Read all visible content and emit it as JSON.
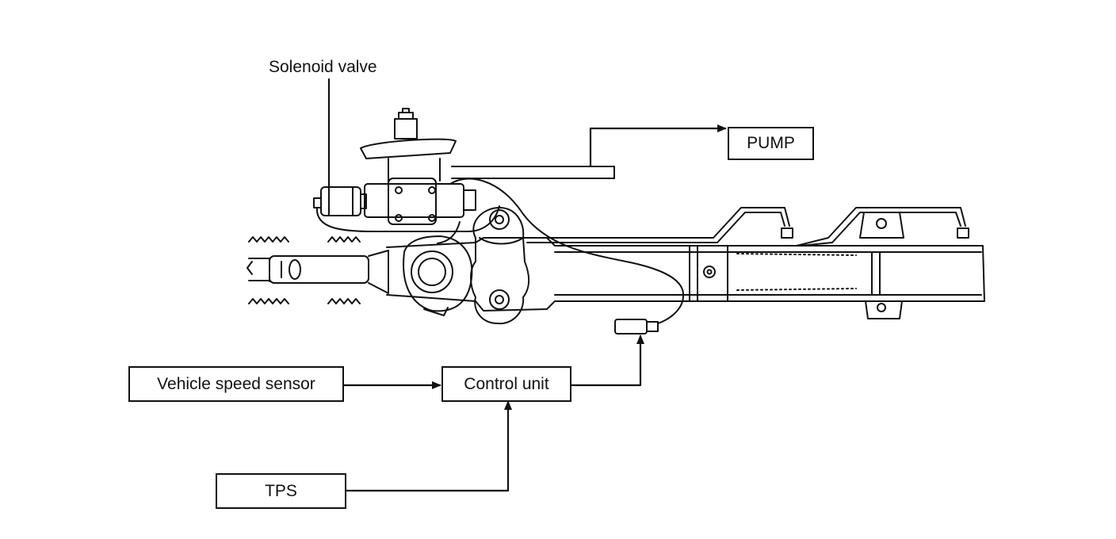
{
  "labels": {
    "solenoid_valve": "Solenoid valve"
  },
  "boxes": {
    "pump": "PUMP",
    "vehicle_speed_sensor": "Vehicle speed sensor",
    "control_unit": "Control unit",
    "tps": "TPS"
  },
  "colors": {
    "line": "#111111",
    "background": "#ffffff"
  }
}
